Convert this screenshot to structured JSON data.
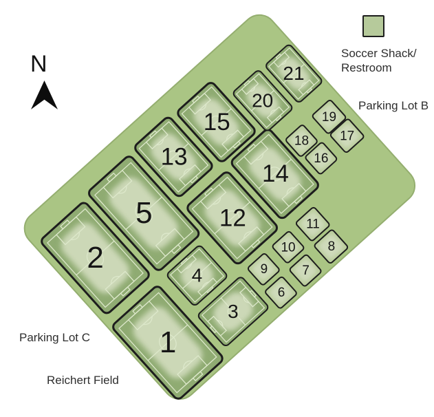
{
  "north": {
    "label": "N"
  },
  "legend": {
    "line1": "Soccer Shack/",
    "line2": "Restroom"
  },
  "labels": {
    "parking_lot_b": "Parking Lot B",
    "parking_lot_c": "Parking Lot C",
    "field_name": "Reichert Field"
  },
  "colors": {
    "park": "#aac584",
    "park_edge": "#94ae6f",
    "field": "#8fab72",
    "field_patch": "#ccd8b7",
    "small_field": "#b9cc9b",
    "small_patch": "#cedaba",
    "pitch_line": "#dde8cb",
    "border": "#1d1d1d",
    "text": "#2e2e2e",
    "legend_swatch": "#b6ca9b"
  },
  "fields": [
    {
      "number": "1",
      "u": 2,
      "v": 196,
      "w": 94,
      "h": 148,
      "kind": "big",
      "orient": "p"
    },
    {
      "number": "2",
      "u": 8,
      "v": 34,
      "w": 90,
      "h": 148,
      "kind": "big",
      "orient": "p"
    },
    {
      "number": "3",
      "u": 106,
      "v": 268,
      "w": 88,
      "h": 64,
      "kind": "medsmall",
      "orient": "l"
    },
    {
      "number": "4",
      "u": 112,
      "v": 194,
      "w": 68,
      "h": 64,
      "kind": "medsmall",
      "orient": "p"
    },
    {
      "number": "5",
      "u": 106,
      "v": 28,
      "w": 86,
      "h": 158,
      "kind": "big",
      "orient": "p"
    },
    {
      "number": "6",
      "u": 202,
      "v": 308,
      "w": 36,
      "h": 36,
      "kind": "small",
      "orient": "p"
    },
    {
      "number": "7",
      "u": 250,
      "v": 308,
      "w": 36,
      "h": 36,
      "kind": "small",
      "orient": "p"
    },
    {
      "number": "8",
      "u": 300,
      "v": 306,
      "w": 38,
      "h": 38,
      "kind": "small",
      "orient": "p"
    },
    {
      "number": "9",
      "u": 206,
      "v": 266,
      "w": 36,
      "h": 36,
      "kind": "small",
      "orient": "p"
    },
    {
      "number": "10",
      "u": 254,
      "v": 266,
      "w": 36,
      "h": 36,
      "kind": "small",
      "orient": "p"
    },
    {
      "number": "11",
      "u": 302,
      "v": 264,
      "w": 38,
      "h": 38,
      "kind": "small",
      "orient": "p"
    },
    {
      "number": "12",
      "u": 198,
      "v": 140,
      "w": 84,
      "h": 116,
      "kind": "medium",
      "orient": "p"
    },
    {
      "number": "13",
      "u": 200,
      "v": 24,
      "w": 72,
      "h": 102,
      "kind": "medium",
      "orient": "p"
    },
    {
      "number": "14",
      "u": 290,
      "v": 134,
      "w": 78,
      "h": 116,
      "kind": "medium",
      "orient": "p"
    },
    {
      "number": "15",
      "u": 280,
      "v": 28,
      "w": 72,
      "h": 102,
      "kind": "medium",
      "orient": "p"
    },
    {
      "number": "16",
      "u": 376,
      "v": 202,
      "w": 36,
      "h": 36,
      "kind": "small",
      "orient": "p"
    },
    {
      "number": "17",
      "u": 425,
      "v": 202,
      "w": 38,
      "h": 38,
      "kind": "small",
      "orient": "p"
    },
    {
      "number": "18",
      "u": 372,
      "v": 164,
      "w": 36,
      "h": 36,
      "kind": "small",
      "orient": "p"
    },
    {
      "number": "19",
      "u": 424,
      "v": 164,
      "w": 38,
      "h": 38,
      "kind": "small",
      "orient": "p"
    },
    {
      "number": "20",
      "u": 360,
      "v": 62,
      "w": 54,
      "h": 78,
      "kind": "medsmall",
      "orient": "p"
    },
    {
      "number": "21",
      "u": 422,
      "v": 64,
      "w": 50,
      "h": 76,
      "kind": "medsmall",
      "orient": "p"
    }
  ]
}
